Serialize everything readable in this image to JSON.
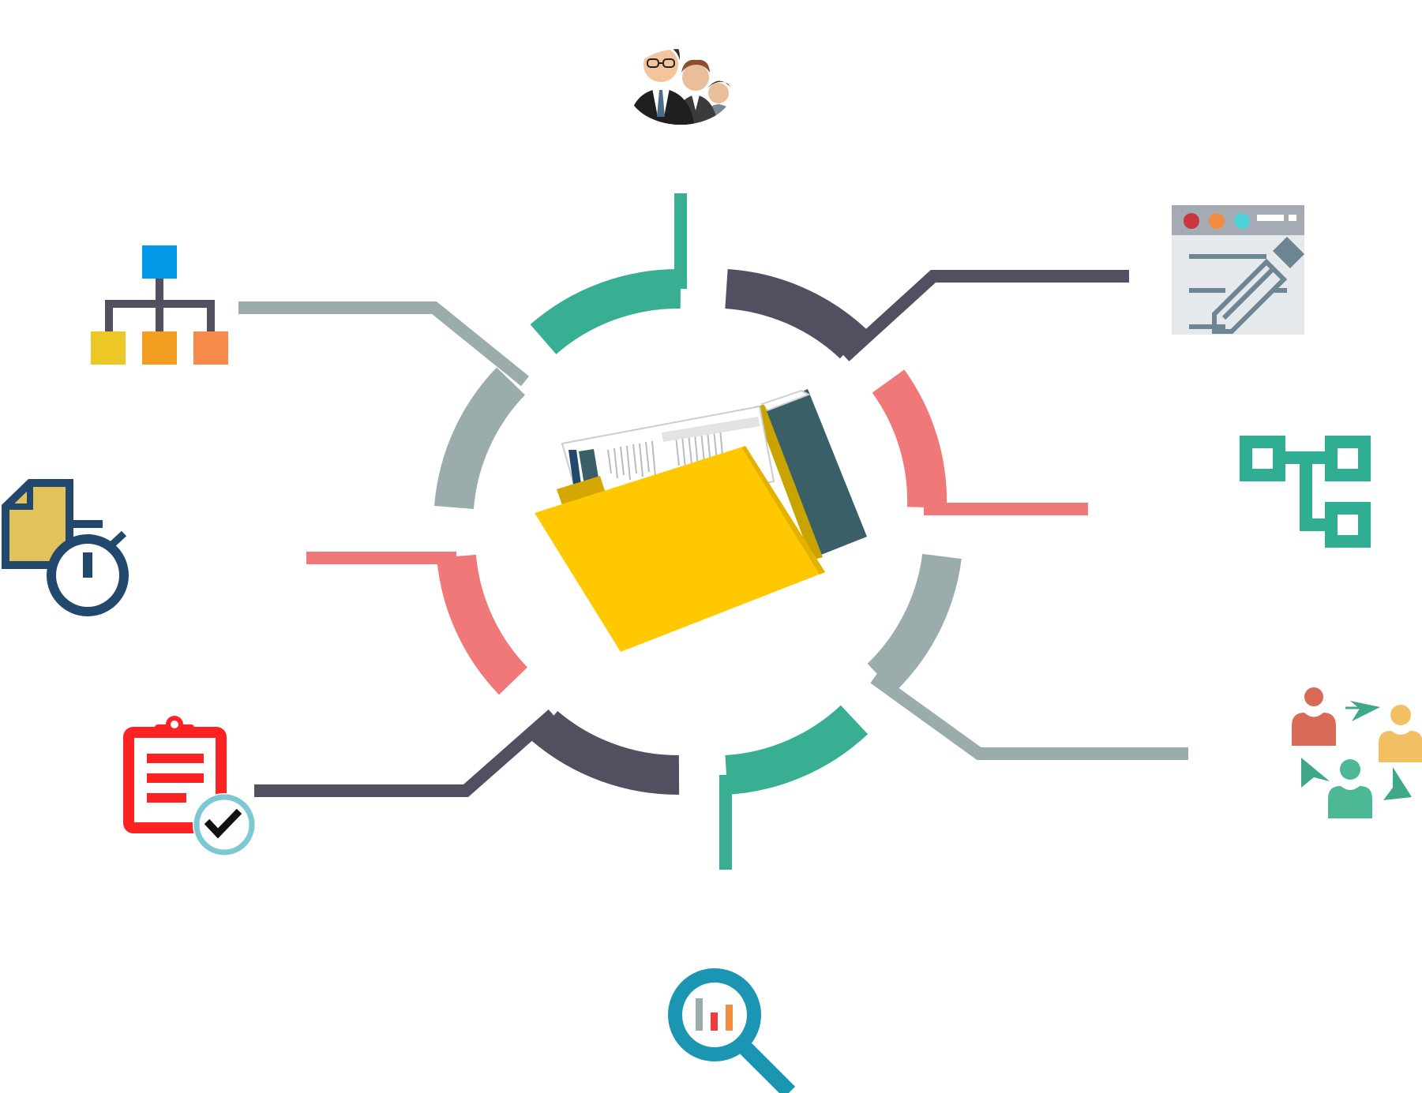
{
  "diagram": {
    "colors": {
      "teal": "#38AF92",
      "dark_slate": "#524F60",
      "coral": "#F07878",
      "gray": "#9AACAB",
      "folder_yellow": "#FFC800",
      "folder_dark": "#3A5F66",
      "icon_navy": "#22486E",
      "icon_red": "#FF2222",
      "icon_blue": "#1A95B2"
    },
    "center": {
      "icon": "open-folder-with-documents-icon"
    },
    "nodes": [
      {
        "id": "top",
        "icon": "business-people-team-icon",
        "segment_color": "teal"
      },
      {
        "id": "top-right",
        "icon": "browser-window-edit-pencil-icon",
        "segment_color": "dark_slate"
      },
      {
        "id": "right-upper",
        "icon": "flowchart-connected-boxes-icon",
        "segment_color": "coral"
      },
      {
        "id": "right-lower",
        "icon": "people-exchange-arrows-icon",
        "segment_color": "gray"
      },
      {
        "id": "bottom",
        "icon": "magnifier-bar-chart-icon",
        "segment_color": "teal"
      },
      {
        "id": "bottom-left",
        "icon": "clipboard-checkmark-icon",
        "segment_color": "dark_slate"
      },
      {
        "id": "left-lower",
        "icon": "document-stopwatch-icon",
        "segment_color": "coral"
      },
      {
        "id": "left-upper",
        "icon": "org-chart-hierarchy-icon",
        "segment_color": "gray"
      }
    ]
  }
}
